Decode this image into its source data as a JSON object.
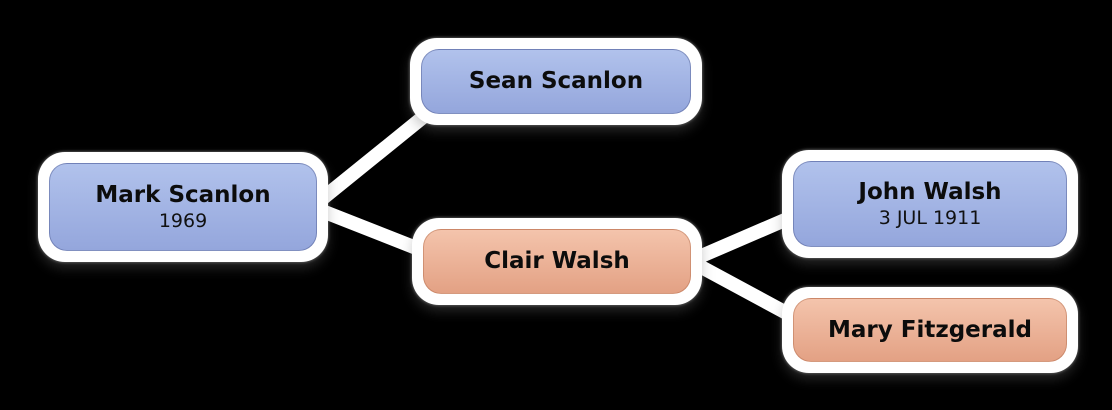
{
  "diagram": {
    "type": "family-tree",
    "background_color": "#000000",
    "connector_color": "#ffffff",
    "node_style": {
      "border_color": "#ffffff",
      "male_fill_top": "#b1c2ec",
      "male_fill_bottom": "#94a6dc",
      "female_fill_top": "#f4c4ac",
      "female_fill_bottom": "#e3a184",
      "text_color": "#0c0c0c"
    },
    "nodes": [
      {
        "name": "Mark Scanlon",
        "date": "1969",
        "gender_style": "male"
      },
      {
        "name": "Sean Scanlon",
        "gender_style": "male"
      },
      {
        "name": "Clair Walsh",
        "gender_style": "female"
      },
      {
        "name": "John Walsh",
        "date": "3 JUL 1911",
        "gender_style": "male"
      },
      {
        "name": "Mary Fitzgerald",
        "gender_style": "female"
      }
    ],
    "relationships": [
      {
        "from": "Mark Scanlon",
        "to": "Sean Scanlon"
      },
      {
        "from": "Mark Scanlon",
        "to": "Clair Walsh"
      },
      {
        "from": "Clair Walsh",
        "to": "John Walsh"
      },
      {
        "from": "Clair Walsh",
        "to": "Mary Fitzgerald"
      }
    ]
  }
}
